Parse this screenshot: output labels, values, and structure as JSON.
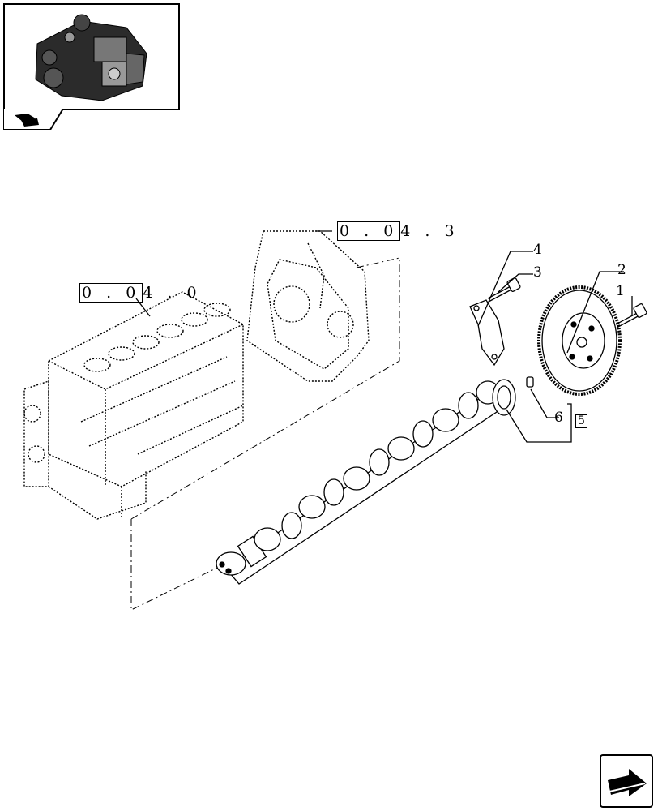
{
  "refs": {
    "block_ref": {
      "boxed": "0 . 0",
      "rest": "4 . 0"
    },
    "cover_ref": {
      "boxed": "0 . 0",
      "rest": "4 . 3"
    }
  },
  "callouts": {
    "c1": "1",
    "c2": "2",
    "c3": "3",
    "c4": "4",
    "c5": "5",
    "c6": "6"
  },
  "icons": {
    "thumbnail": "engine-thumbnail-icon",
    "thumb_tab": "book-icon",
    "nav": "next-page-arrow-icon"
  }
}
